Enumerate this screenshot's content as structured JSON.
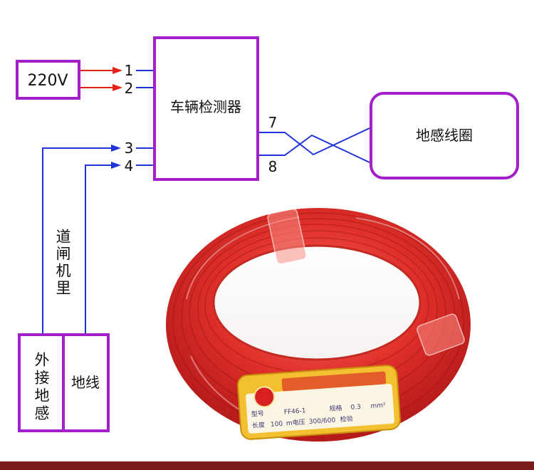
{
  "colors": {
    "box_border": "#a21fc9",
    "power_arrow": "#e3201c",
    "signal_wire": "#1f34d6",
    "coil_red": "#e0302a",
    "label_gold": "#f2c030",
    "band": "#7a1c1c"
  },
  "power_box": {
    "label": "220V"
  },
  "terminals": {
    "t1": "1",
    "t2": "2",
    "t3": "3",
    "t4": "4",
    "t7": "7",
    "t8": "8"
  },
  "detector": {
    "label": "车辆检测器"
  },
  "loop_coil": {
    "label": "地感线圈"
  },
  "barrier_note": "道闸机里",
  "bottom_boxes": {
    "external_loop": "外接地感",
    "ground": "地线"
  },
  "wire_label": {
    "model_key": "型号",
    "model_value": "FF46-1",
    "spec_key": "规格",
    "spec_value": "0.3",
    "spec_unit": "mm²",
    "length_key": "长度",
    "length_value": "100",
    "voltage_key": "m电压",
    "voltage_value": "300/600",
    "inspection": "检验"
  }
}
